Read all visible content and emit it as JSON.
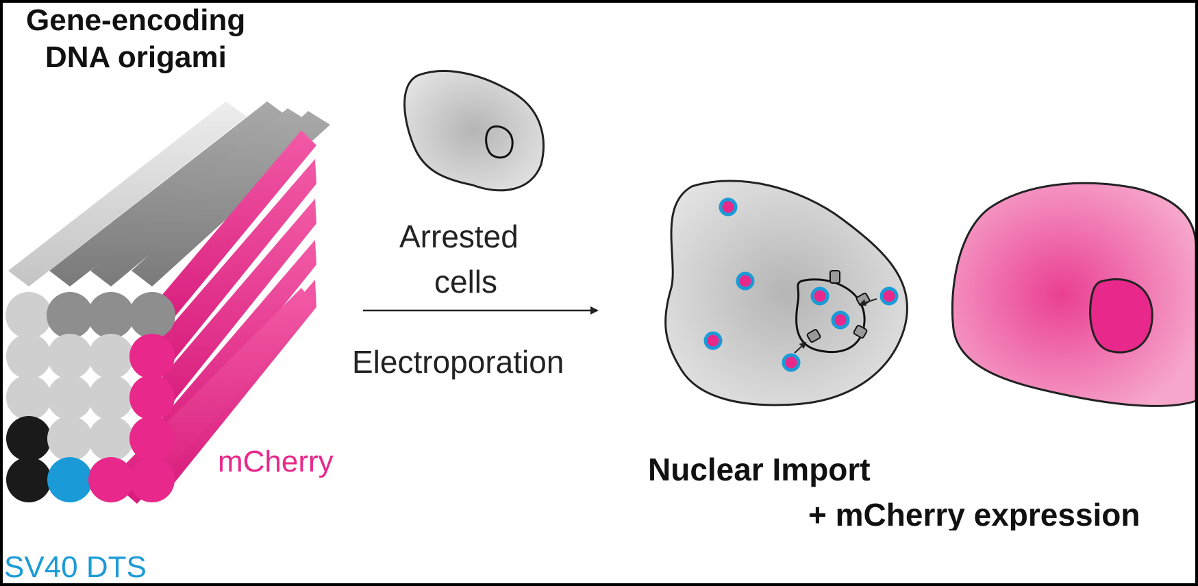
{
  "labels": {
    "title_line1": "Gene-encoding",
    "title_line2": "DNA origami",
    "mcherry": "mCherry",
    "sv40": "SV40 DTS",
    "arrested_line1": "Arrested",
    "arrested_line2": "cells",
    "electroporation": "Electroporation",
    "nuclear_import": "Nuclear Import",
    "expression": "+ mCherry expression"
  },
  "colors": {
    "background": "#ffffff",
    "frame": "#000000",
    "magenta": "#e8288a",
    "blue": "#1a9bd7",
    "light_gray": "#cfcfcf",
    "mid_gray": "#8e8e8e",
    "black_tube": "#1a1a1a",
    "cell_pink": "#ef6aab"
  },
  "icons": [
    "arrow-right-icon",
    "nuclear-pore-icon",
    "nanostructure-dot-icon"
  ]
}
